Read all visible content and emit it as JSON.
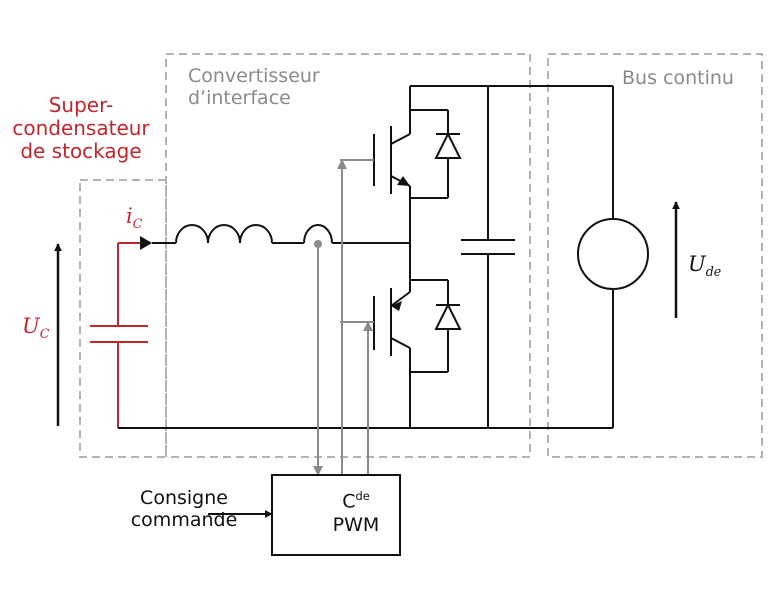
{
  "labels": {
    "storage_title": [
      "Super-",
      "condensateur",
      "de stockage"
    ],
    "converter_title": [
      "Convertisseur",
      "d’interface"
    ],
    "bus_title": "Bus continu",
    "current_main": "i",
    "current_sub": "C",
    "voltage_c_main": "U",
    "voltage_c_sub": "C",
    "voltage_de_main": "U",
    "voltage_de_sub": "de",
    "control_input": [
      "Consigne",
      "commande"
    ],
    "controller_main": "C",
    "controller_sup": "de",
    "controller_line2": "PWM"
  },
  "colors": {
    "wire": "#111111",
    "supercap": "#c0272d",
    "dashed_box": "#b4b4b4",
    "control_signal": "#8a8a8a"
  }
}
